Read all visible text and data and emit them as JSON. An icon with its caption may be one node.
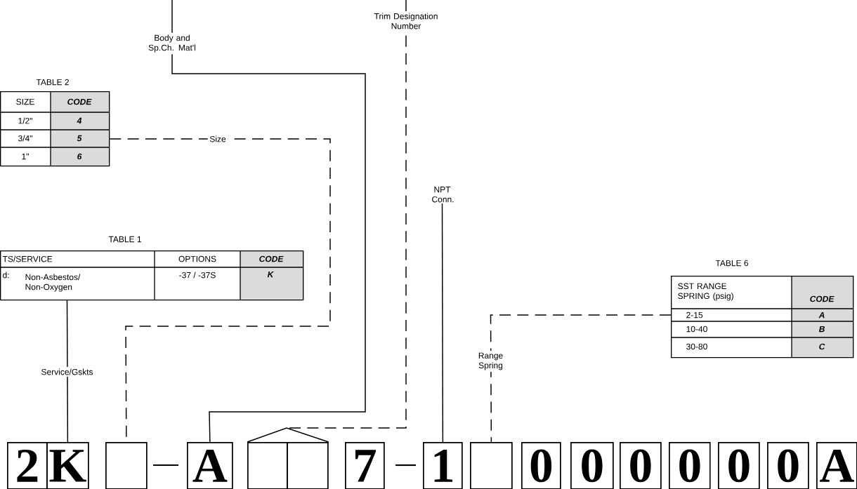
{
  "diagram": {
    "nodes": [
      {
        "text": [
          "TABLE 2",
          "SIZE",
          "CODE",
          "1/2\"",
          "4",
          "3/4\"",
          "5",
          "1\"",
          "6"
        ]
      },
      {
        "text": [
          "TABLE 1",
          "TS/SERVICE",
          "OPTIONS",
          "CODE",
          "d:",
          "Non-Asbestos/ Non-Oxygen",
          "-37 / -37S",
          "K"
        ]
      },
      {
        "text": [
          "TABLE 6",
          "SST RANGE SPRING (psig)",
          "CODE",
          "2-15",
          "A",
          "10-40",
          "B",
          "30-80",
          "C"
        ]
      },
      {
        "text": [
          "NPT Conn."
        ]
      },
      {
        "text": [
          "2"
        ]
      },
      {
        "text": [
          "K"
        ]
      },
      {
        "text": [],
        "shape": "box"
      },
      {
        "text": [
          "A"
        ]
      },
      {
        "text": [],
        "shape": "box"
      },
      {
        "text": [],
        "shape": "box"
      },
      {
        "text": [
          "7"
        ]
      },
      {
        "text": [
          "1"
        ]
      },
      {
        "text": [],
        "shape": "box"
      },
      {
        "text": [
          "0"
        ]
      },
      {
        "text": [
          "0"
        ]
      },
      {
        "text": [
          "0"
        ]
      },
      {
        "text": [
          "0"
        ]
      },
      {
        "text": [
          "0"
        ]
      },
      {
        "text": [
          "0"
        ]
      },
      {
        "text": [
          "A"
        ]
      }
    ],
    "edges": [
      {
        "from": null,
        "to": 7,
        "arrow": "none",
        "label": "Body and Sp.Ch. Mat'l"
      },
      {
        "from": null,
        "to": 8,
        "arrow": "none",
        "label": "Trim Designation Number",
        "style": "dashed"
      },
      {
        "from": null,
        "to": 9,
        "arrow": "none",
        "style": "dashed"
      },
      {
        "from": 0,
        "to": 6,
        "arrow": "none",
        "label": "Size",
        "style": "dashed"
      },
      {
        "from": 3,
        "to": 11,
        "arrow": "none"
      },
      {
        "from": 2,
        "to": 12,
        "arrow": "none",
        "label": "Range Spring",
        "style": "dashed"
      },
      {
        "from": 1,
        "to": 5,
        "arrow": "none",
        "label": "Service/Gskts"
      }
    ]
  }
}
